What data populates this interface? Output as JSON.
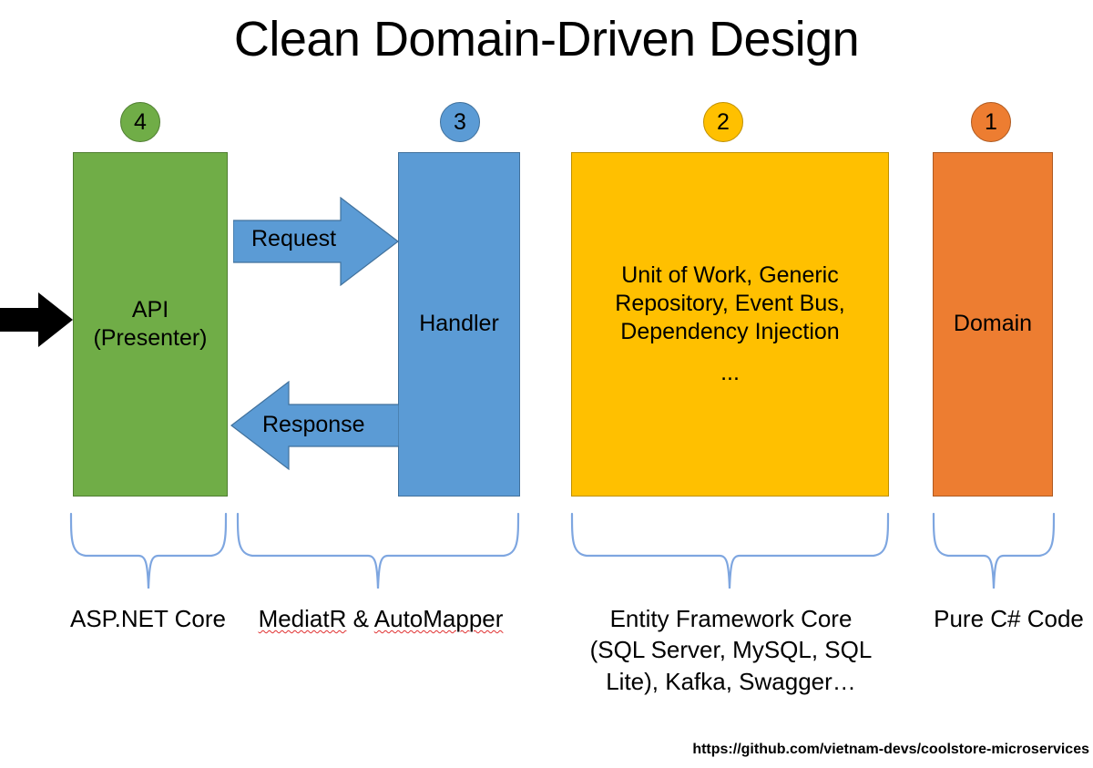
{
  "title": "Clean Domain-Driven Design",
  "colors": {
    "green": "#70AD47",
    "green_border": "#507E32",
    "blue": "#5B9BD5",
    "blue_border": "#41719C",
    "yellow": "#FFC000",
    "yellow_border": "#BF9000",
    "orange": "#ED7D31",
    "orange_border": "#AE5A21",
    "brace": "#7EA6E0",
    "black": "#000000",
    "spellcheck_underline": "#E03030"
  },
  "badges": [
    {
      "number": "4",
      "color": "#70AD47",
      "border": "#507E32"
    },
    {
      "number": "3",
      "color": "#5B9BD5",
      "border": "#41719C"
    },
    {
      "number": "2",
      "color": "#FFC000",
      "border": "#BF9000"
    },
    {
      "number": "1",
      "color": "#ED7D31",
      "border": "#AE5A21"
    }
  ],
  "layers": [
    {
      "label": "API\n(Presenter)",
      "line1": "API",
      "line2": "(Presenter)"
    },
    {
      "label": "Handler"
    },
    {
      "label": "Unit of Work, Generic Repository, Event Bus, Dependency Injection\n…"
    },
    {
      "label": "Domain"
    }
  ],
  "infrastructure_box": {
    "line1": "Unit of Work, Generic",
    "line2": "Repository, Event Bus,",
    "line3": "Dependency Injection",
    "line4": "..."
  },
  "flow": {
    "request_label": "Request",
    "response_label": "Response",
    "entry_arrow": "black-arrow-icon"
  },
  "captions": {
    "presentation": "ASP.NET Core",
    "application_pre": "MediatR",
    "application_amp": "&",
    "application_post": "AutoMapper",
    "infrastructure_line1": "Entity Framework Core",
    "infrastructure_line2": "(SQL Server, MySQL, SQL",
    "infrastructure_line3": "Lite), Kafka, Swagger…",
    "domain": "Pure C# Code"
  },
  "footer": {
    "url": "https://github.com/vietnam-devs/coolstore-microservices"
  }
}
